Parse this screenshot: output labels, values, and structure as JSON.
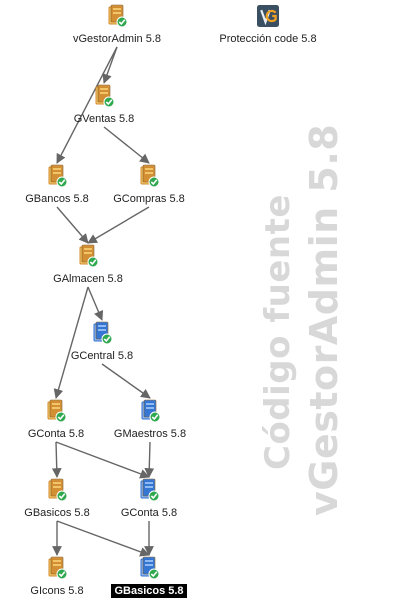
{
  "nodes": [
    {
      "id": "vgestor",
      "label": "vGestorAdmin 5.8",
      "icon": "package-folder-check-icon",
      "kind": "orange"
    },
    {
      "id": "proteccion",
      "label": "Protección code 5.8",
      "icon": "vg-logo-icon",
      "kind": "logo"
    },
    {
      "id": "gventas",
      "label": "GVentas 5.8",
      "icon": "package-folder-check-icon",
      "kind": "orange"
    },
    {
      "id": "gbancos",
      "label": "GBancos 5.8",
      "icon": "package-folder-check-icon",
      "kind": "orange"
    },
    {
      "id": "gcompras",
      "label": "GCompras 5.8",
      "icon": "package-folder-check-icon",
      "kind": "orange"
    },
    {
      "id": "galmacen",
      "label": "GAlmacen 5.8",
      "icon": "package-folder-check-icon",
      "kind": "orange"
    },
    {
      "id": "gcentral",
      "label": "GCentral 5.8",
      "icon": "blue-folder-check-icon",
      "kind": "blue"
    },
    {
      "id": "gconta1",
      "label": "GConta 5.8",
      "icon": "package-folder-check-icon",
      "kind": "orange"
    },
    {
      "id": "gmaestros",
      "label": "GMaestros 5.8",
      "icon": "blue-folder-check-icon",
      "kind": "blue"
    },
    {
      "id": "gbasicos1",
      "label": "GBasicos 5.8",
      "icon": "package-folder-check-icon",
      "kind": "orange"
    },
    {
      "id": "gconta2",
      "label": "GConta 5.8",
      "icon": "blue-folder-check-icon",
      "kind": "blue"
    },
    {
      "id": "gicons",
      "label": "GIcons 5.8",
      "icon": "package-folder-check-icon",
      "kind": "orange"
    },
    {
      "id": "gbasicos2",
      "label": "GBasicos 5.8",
      "icon": "blue-folder-check-icon",
      "kind": "blue",
      "selected": true
    }
  ],
  "edges": [
    [
      "vgestor",
      "gventas"
    ],
    [
      "vgestor",
      "gbancos"
    ],
    [
      "gventas",
      "gcompras"
    ],
    [
      "gbancos",
      "galmacen"
    ],
    [
      "gcompras",
      "galmacen"
    ],
    [
      "galmacen",
      "gcentral"
    ],
    [
      "galmacen",
      "gconta1"
    ],
    [
      "gcentral",
      "gmaestros"
    ],
    [
      "gconta1",
      "gbasicos1"
    ],
    [
      "gconta1",
      "gconta2"
    ],
    [
      "gmaestros",
      "gconta2"
    ],
    [
      "gbasicos1",
      "gicons"
    ],
    [
      "gbasicos1",
      "gbasicos2"
    ],
    [
      "gconta2",
      "gbasicos2"
    ]
  ],
  "watermark": {
    "line1": "Código fuente",
    "line2": "vGestorAdmin 5.8"
  },
  "colors": {
    "orange": "#d08a2e",
    "orange_light": "#f2c56a",
    "blue": "#2d6fd0",
    "blue_light": "#8fbaf2",
    "check": "#2fa84f",
    "edge": "#666666"
  }
}
